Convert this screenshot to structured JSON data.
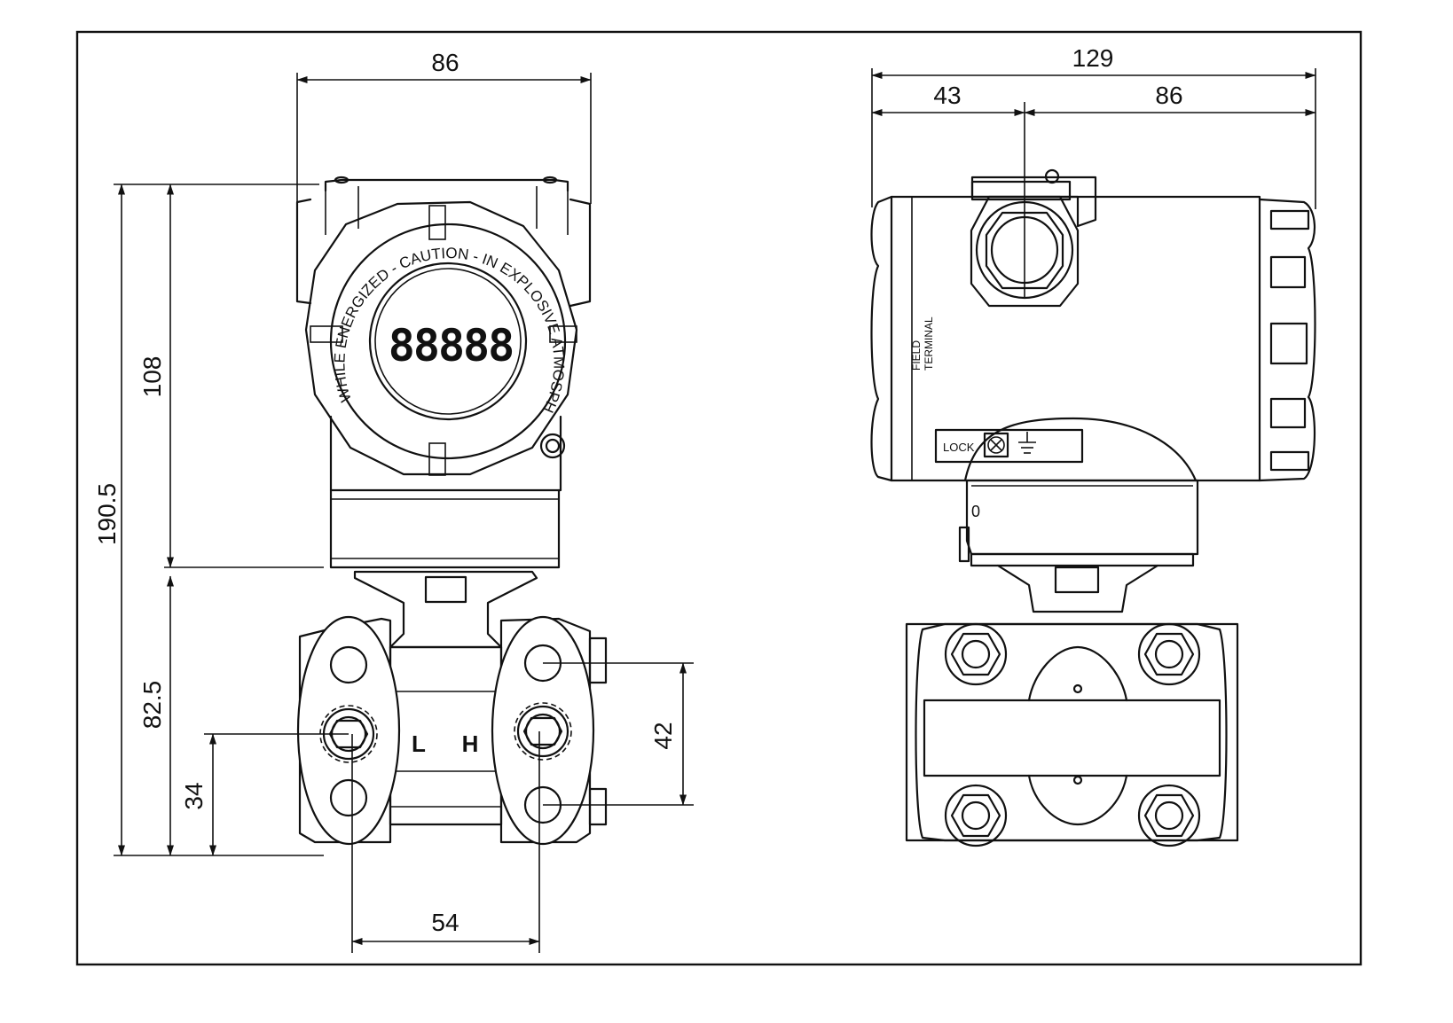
{
  "dimensions": {
    "front_width": "86",
    "front_height_total": "190.5",
    "front_height_housing": "108",
    "front_height_lower": "82.5",
    "front_process_height": "34",
    "front_flange_bolt_spacing": "42",
    "front_process_spacing": "54",
    "side_total_width": "129",
    "side_left_width": "43",
    "side_right_width": "86"
  },
  "display": {
    "lcd_digits": "88888",
    "caution_text": "WHILE ENERGIZED - CAUTION - IN EXPLOSIVE ATMOSPHERE DO NOT OPEN"
  },
  "labels": {
    "low_side": "L",
    "high_side": "H",
    "field_terminal_line1": "FIELD",
    "field_terminal_line2": "TERMINAL",
    "lock": "LOCK",
    "zero_mark": "0"
  }
}
